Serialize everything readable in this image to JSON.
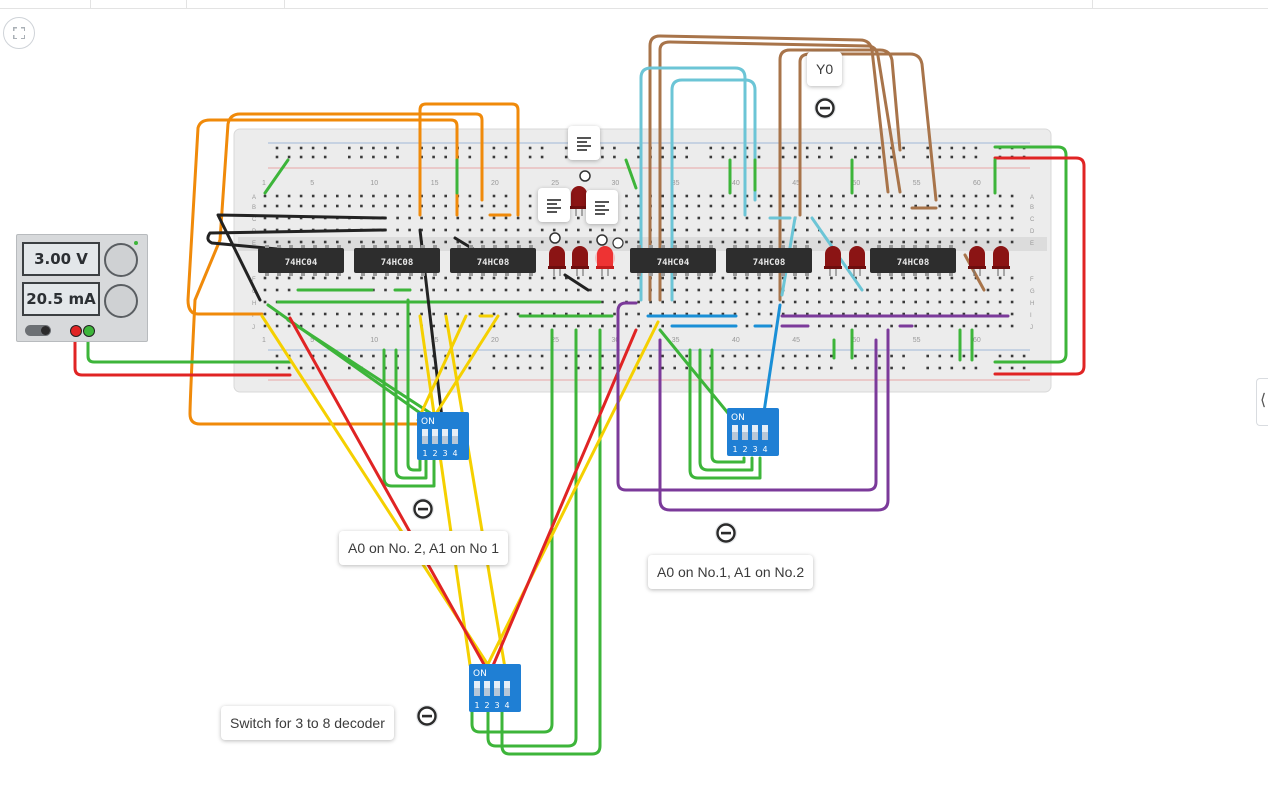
{
  "power_supply": {
    "voltage": "3.00 V",
    "current": "20.5 mA"
  },
  "chips": [
    "74HC04",
    "74HC08",
    "74HC08",
    "74HC04",
    "74HC08",
    "74HC08"
  ],
  "row_letters": [
    "A",
    "B",
    "C",
    "D",
    "E",
    "F",
    "G",
    "H",
    "I",
    "J"
  ],
  "column_numbers": [
    "1",
    "5",
    "10",
    "15",
    "20",
    "25",
    "30",
    "35",
    "40",
    "45",
    "50",
    "55",
    "60"
  ],
  "dip_switches": {
    "on_label": "ON",
    "positions": [
      "1",
      "2",
      "3",
      "4"
    ]
  },
  "annotations": {
    "y0_note": "Y0",
    "note_a": "A0 on No. 2, A1 on No 1",
    "note_b": "A0 on No.1, A1 on No.2",
    "note_switch": "Switch for 3 to 8 decoder"
  },
  "colors": {
    "breadboard": "#ececec",
    "chip": "#2d2d2d",
    "led": "#8b1414",
    "wire_green": "#3db53a",
    "wire_red": "#e02424",
    "wire_orange": "#f08a0a",
    "wire_yellow": "#f5d000",
    "wire_black": "#222222",
    "wire_cyan": "#6cc5d6",
    "wire_blue": "#1a8fd6",
    "wire_purple": "#7b3a9a",
    "wire_brown": "#a8744a",
    "switch_blue": "#1f7fd4"
  },
  "icons": {
    "fit_view": "fit-view-icon",
    "collapse_panel": "chevron-left-icon",
    "note_toggle": "minus-circle-icon",
    "text_note": "text-lines-icon"
  }
}
